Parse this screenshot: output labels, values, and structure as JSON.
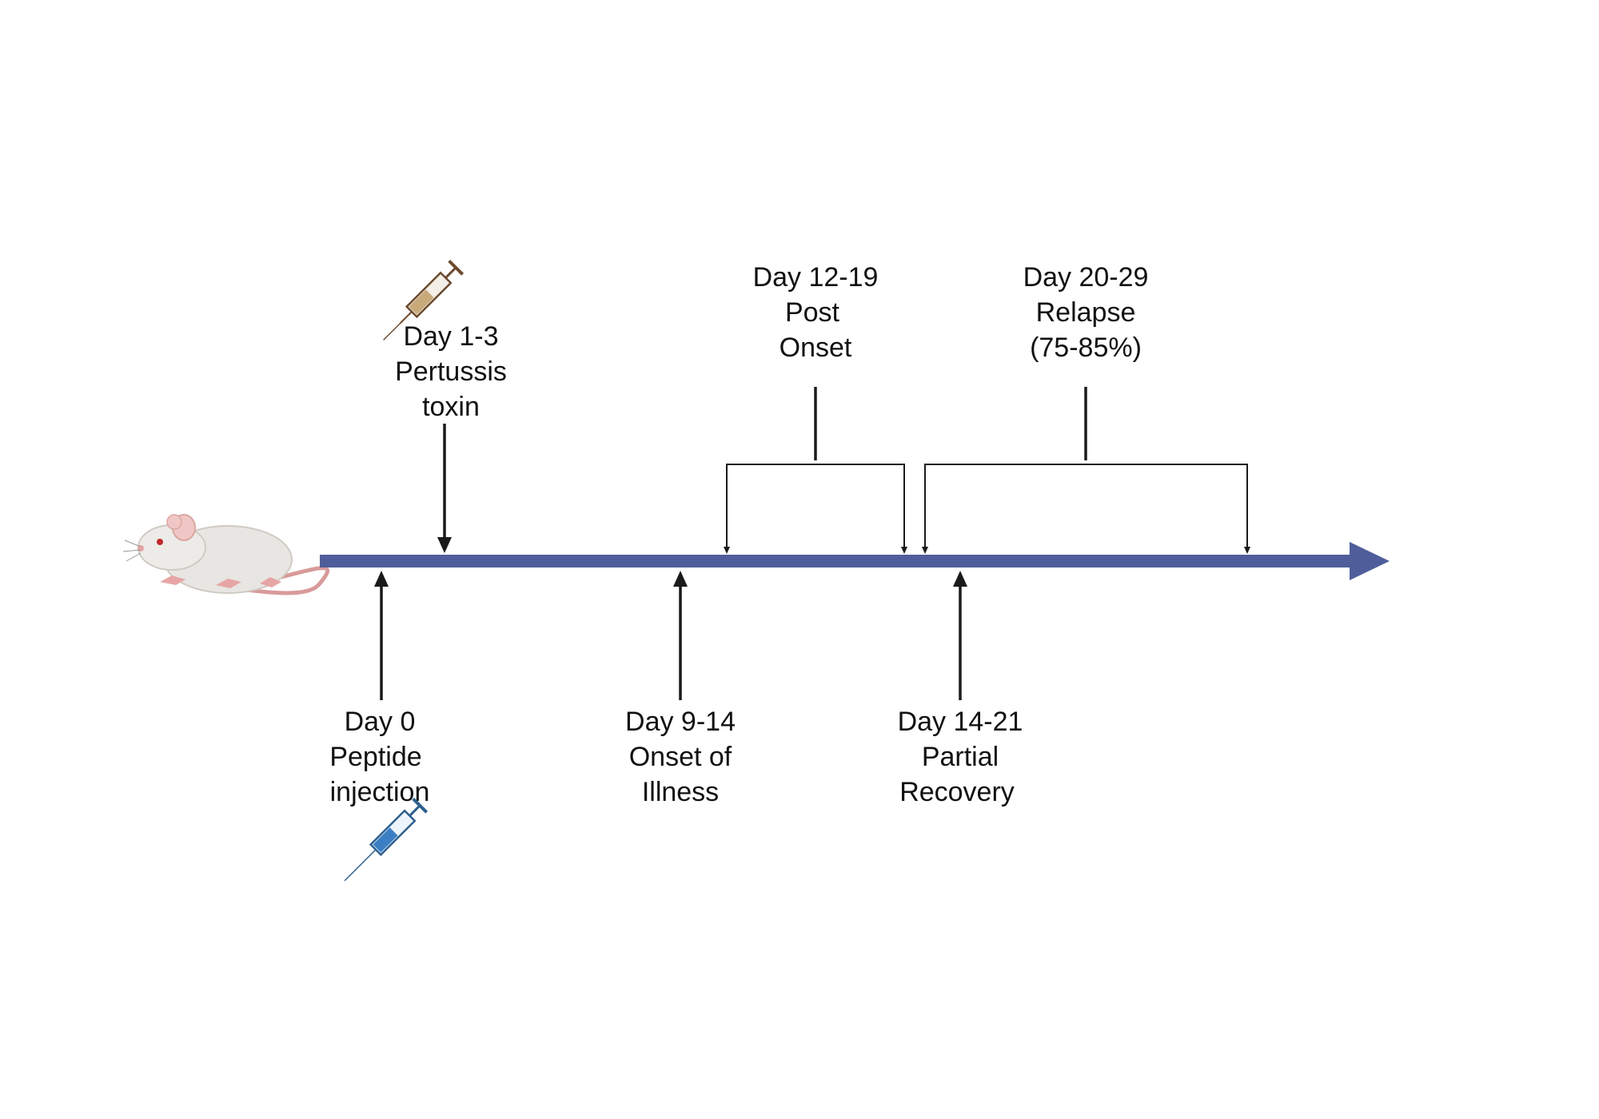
{
  "colors": {
    "timeline": "#4f5e9a",
    "arrow": "#1a1a1a",
    "bracket": "#1a1a1a",
    "syringe_pertussis": "#a6865c",
    "syringe_peptide": "#3a7fc4"
  },
  "icons": {
    "animal": "mouse-icon",
    "pertussis": "syringe-icon",
    "peptide": "syringe-icon"
  },
  "events_above": {
    "pertussis": {
      "line1": "Day 1-3",
      "line2": "Pertussis",
      "line3": "toxin"
    },
    "post_onset": {
      "line1": "Day 12-19",
      "line2": "Post",
      "line3": "Onset"
    },
    "relapse": {
      "line1": "Day 20-29",
      "line2": "Relapse",
      "line3": "(75-85%)"
    }
  },
  "events_below": {
    "peptide": {
      "line1": "Day 0",
      "line2": "Peptide",
      "line3": "injection"
    },
    "onset": {
      "line1": "Day 9-14",
      "line2": "Onset of",
      "line3": "Illness"
    },
    "recovery": {
      "line1": "Day 14-21",
      "line2": "Partial",
      "line3": "Recovery"
    }
  }
}
